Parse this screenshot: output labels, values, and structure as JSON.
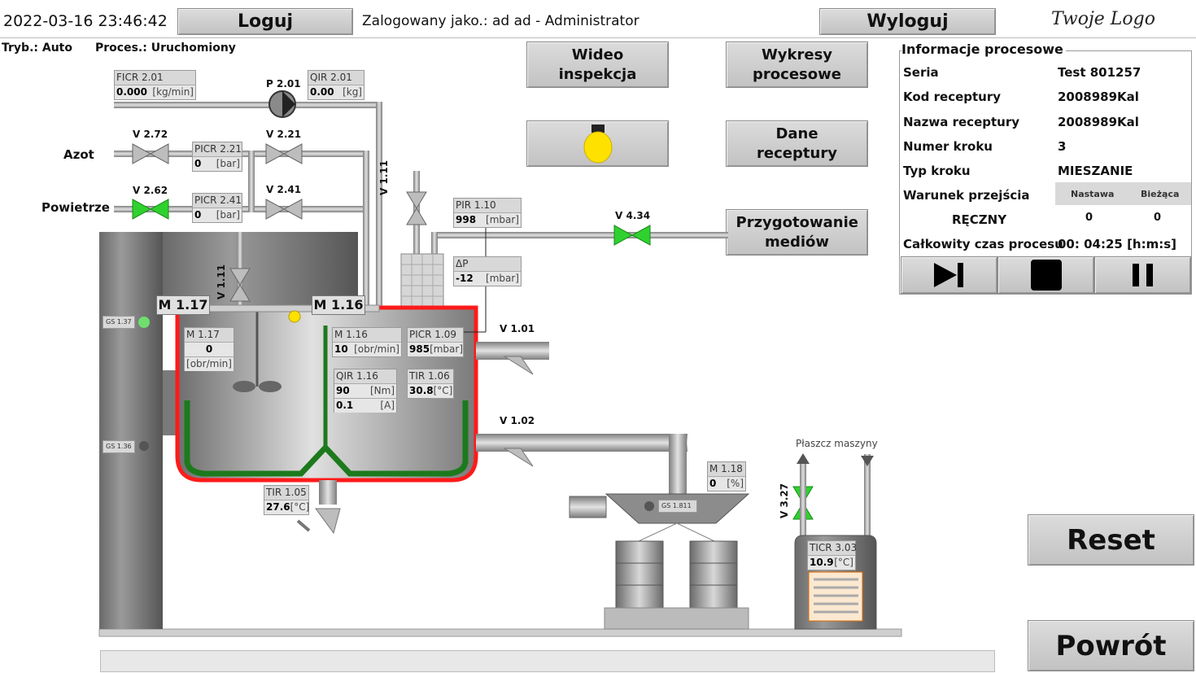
{
  "header": {
    "datetime": "2022-03-16 23:46:42",
    "login_label": "Loguj",
    "logged_in_as": "Zalogowany jako.: ad ad - Administrator",
    "logout_label": "Wyloguj",
    "logo_text": "Twoje Logo"
  },
  "status": {
    "mode": "Tryb.: Auto",
    "process": "Proces.: Uruchomiony"
  },
  "nav": {
    "video_label": "Wideo inspekcja",
    "charts_label": "Wykresy procesowe",
    "recipe_label": "Dane receptury",
    "media_label": "Przygotowanie mediów",
    "reset_label": "Reset",
    "back_label": "Powrót"
  },
  "info_panel": {
    "title": "Informacje procesowe",
    "rows": [
      {
        "label": "Seria",
        "value": "Test 801257"
      },
      {
        "label": "Kod receptury",
        "value": "2008989Kal"
      },
      {
        "label": "Nazwa receptury",
        "value": "2008989Kal"
      },
      {
        "label": "Numer kroku",
        "value": "3"
      },
      {
        "label": "Typ kroku",
        "value": "MIESZANIE"
      }
    ],
    "transition_label": "Warunek przejścia",
    "setpoint_header": "Nastawa",
    "current_header": "Bieżąca",
    "transition_type": "RĘCZNY",
    "setpoint_value": "0",
    "current_value": "0",
    "total_time_label": "Całkowity czas procesu",
    "total_time_value": "00: 04:25 [h:m:s]"
  },
  "media": {
    "nitrogen": "Azot",
    "air": "Powietrze",
    "jacket": "Płaszcz maszyny"
  },
  "valves": {
    "v272": "V 2.72",
    "v262": "V 2.62",
    "v221": "V 2.21",
    "v241": "V 2.41",
    "p201": "P 2.01",
    "v111a": "V 1.11",
    "v111b": "V 1.11",
    "v434": "V 4.34",
    "v101": "V 1.01",
    "v102": "V 1.02",
    "v327": "V 3.27"
  },
  "tags": {
    "ficr201": {
      "name": "FICR 2.01",
      "value": "0.000",
      "unit": "[kg/min]"
    },
    "qir201": {
      "name": "QIR 2.01",
      "value": "0.00",
      "unit": "[kg]"
    },
    "picr221": {
      "name": "PICR 2.21",
      "value": "0",
      "unit": "[bar]"
    },
    "picr241": {
      "name": "PICR 2.41",
      "value": "0",
      "unit": "[bar]"
    },
    "pir110": {
      "name": "PIR 1.10",
      "value": "998",
      "unit": "[mbar]"
    },
    "dp": {
      "name": "ΔP",
      "value": "-12",
      "unit": "[mbar]"
    },
    "m117": {
      "name": "M 1.17",
      "value": "0",
      "unit": "[obr/min]"
    },
    "m116": {
      "name": "M 1.16",
      "value": "10",
      "unit": "[obr/min]"
    },
    "picr109": {
      "name": "PICR 1.09",
      "value": "985",
      "unit": "[mbar]"
    },
    "qir116": {
      "name": "QIR 1.16",
      "value1": "90",
      "unit1": "[Nm]",
      "value2": "0.1",
      "unit2": "[A]"
    },
    "tir106": {
      "name": "TIR 1.06",
      "value": "30.8",
      "unit": "[°C]"
    },
    "tir105": {
      "name": "TIR 1.05",
      "value": "27.6",
      "unit": "[°C]"
    },
    "m118": {
      "name": "M 1.18",
      "value": "0",
      "unit": "[%]"
    },
    "ticr303": {
      "name": "TICR 3.03",
      "value": "10.9",
      "unit": "[°C]"
    }
  },
  "equipment": {
    "m117_label": "M 1.17",
    "m116_label": "M 1.16",
    "gs137": "GS 1.37",
    "gs136": "GS 1.36",
    "gs1811": "GS 1.811"
  },
  "icons": {
    "step": "skip-next-icon",
    "stop": "stop-icon",
    "pause": "pause-icon",
    "lamp": "lightbulb-icon"
  },
  "colors": {
    "valve_open": "#2fd12f",
    "jacket_heating": "#ff1a1a",
    "jacket_cooling": "#1c7a1c",
    "lamp_on": "#ffe100",
    "sensor_on": "#6ee06e",
    "sensor_off": "#555555"
  }
}
